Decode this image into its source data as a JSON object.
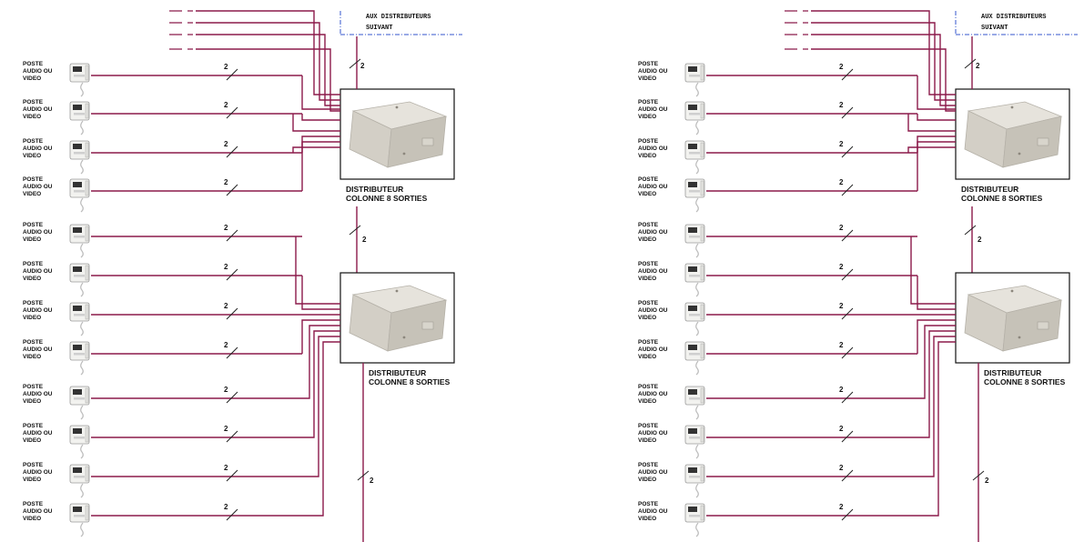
{
  "diagrams": [
    {
      "top_note_line1": "AUX DISTRIBUTEURS",
      "top_note_line2": "SUIVANT",
      "stations": [
        {
          "label": [
            "POSTE",
            "AUDIO OU",
            "VIDEO"
          ],
          "count": "2"
        },
        {
          "label": [
            "POSTE",
            "AUDIO OU",
            "VIDEO"
          ],
          "count": "2"
        },
        {
          "label": [
            "POSTE",
            "AUDIO OU",
            "VIDEO"
          ],
          "count": "2"
        },
        {
          "label": [
            "POSTE",
            "AUDIO OU",
            "VIDEO"
          ],
          "count": "2"
        },
        {
          "label": [
            "POSTE",
            "AUDIO OU",
            "VIDEO"
          ],
          "count": "2"
        },
        {
          "label": [
            "POSTE",
            "AUDIO OU",
            "VIDEO"
          ],
          "count": "2"
        },
        {
          "label": [
            "POSTE",
            "AUDIO OU",
            "VIDEO"
          ],
          "count": "2"
        },
        {
          "label": [
            "POSTE",
            "AUDIO OU",
            "VIDEO"
          ],
          "count": "2"
        },
        {
          "label": [
            "POSTE",
            "AUDIO OU",
            "VIDEO"
          ],
          "count": "2"
        },
        {
          "label": [
            "POSTE",
            "AUDIO OU",
            "VIDEO"
          ],
          "count": "2"
        },
        {
          "label": [
            "POSTE",
            "AUDIO OU",
            "VIDEO"
          ],
          "count": "2"
        },
        {
          "label": [
            "POSTE",
            "AUDIO OU",
            "VIDEO"
          ],
          "count": "2"
        }
      ],
      "distributors": [
        {
          "label_line1": "DISTRIBUTEUR",
          "label_line2": "COLONNE 8 SORTIES"
        },
        {
          "label_line1": "DISTRIBUTEUR",
          "label_line2": "COLONNE 8 SORTIES"
        }
      ],
      "bus_counts": [
        "2",
        "2",
        "2"
      ]
    },
    {
      "top_note_line1": "AUX DISTRIBUTEURS",
      "top_note_line2": "SUIVANT",
      "stations": [
        {
          "label": [
            "POSTE",
            "AUDIO OU",
            "VIDEO"
          ],
          "count": "2"
        },
        {
          "label": [
            "POSTE",
            "AUDIO OU",
            "VIDEO"
          ],
          "count": "2"
        },
        {
          "label": [
            "POSTE",
            "AUDIO OU",
            "VIDEO"
          ],
          "count": "2"
        },
        {
          "label": [
            "POSTE",
            "AUDIO OU",
            "VIDEO"
          ],
          "count": "2"
        },
        {
          "label": [
            "POSTE",
            "AUDIO OU",
            "VIDEO"
          ],
          "count": "2"
        },
        {
          "label": [
            "POSTE",
            "AUDIO OU",
            "VIDEO"
          ],
          "count": "2"
        },
        {
          "label": [
            "POSTE",
            "AUDIO OU",
            "VIDEO"
          ],
          "count": "2"
        },
        {
          "label": [
            "POSTE",
            "AUDIO OU",
            "VIDEO"
          ],
          "count": "2"
        },
        {
          "label": [
            "POSTE",
            "AUDIO OU",
            "VIDEO"
          ],
          "count": "2"
        },
        {
          "label": [
            "POSTE",
            "AUDIO OU",
            "VIDEO"
          ],
          "count": "2"
        },
        {
          "label": [
            "POSTE",
            "AUDIO OU",
            "VIDEO"
          ],
          "count": "2"
        },
        {
          "label": [
            "POSTE",
            "AUDIO OU",
            "VIDEO"
          ],
          "count": "2"
        }
      ],
      "distributors": [
        {
          "label_line1": "DISTRIBUTEUR",
          "label_line2": "COLONNE 8 SORTIES"
        },
        {
          "label_line1": "DISTRIBUTEUR",
          "label_line2": "COLONNE 8 SORTIES"
        }
      ],
      "bus_counts": [
        "2",
        "2",
        "2"
      ]
    }
  ],
  "colors": {
    "wire": "#8b1a4a",
    "note_line": "#3355cc",
    "ink": "#111111"
  },
  "icons": {
    "station": "intercom-handset-icon",
    "distributor": "distributor-box-icon"
  }
}
